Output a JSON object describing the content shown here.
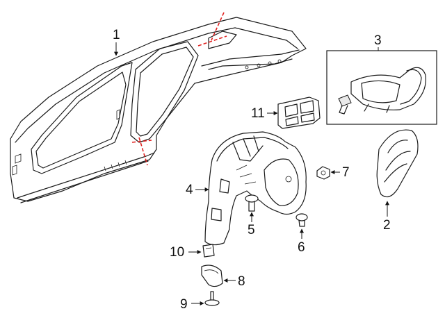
{
  "callouts": {
    "c1": "1",
    "c2": "2",
    "c3": "3",
    "c4": "4",
    "c5": "5",
    "c6": "6",
    "c7": "7",
    "c8": "8",
    "c9": "9",
    "c10": "10",
    "c11": "11"
  },
  "colors": {
    "line": "#1a1a1a",
    "cut_line": "#e0211f",
    "background": "#ffffff"
  }
}
